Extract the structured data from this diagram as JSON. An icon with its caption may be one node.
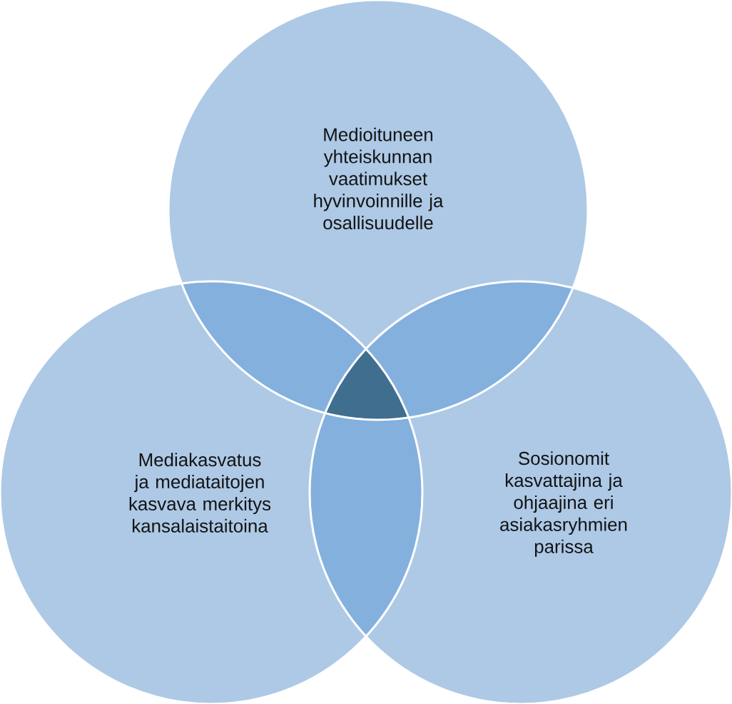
{
  "diagram": {
    "nodes": [
      {
        "text": [
          "Medioituneen yhteiskunnan vaatimukset hyvinvoinnille ja osallisuudelle"
        ]
      },
      {
        "text": [
          "Mediakasvatus ja mediataitojen kasvava merkitys kansalaistaitoina"
        ]
      },
      {
        "text": [
          "Sosionomit kasvattajina ja ohjaajina eri asiakasryhmien parissa"
        ]
      }
    ]
  }
}
